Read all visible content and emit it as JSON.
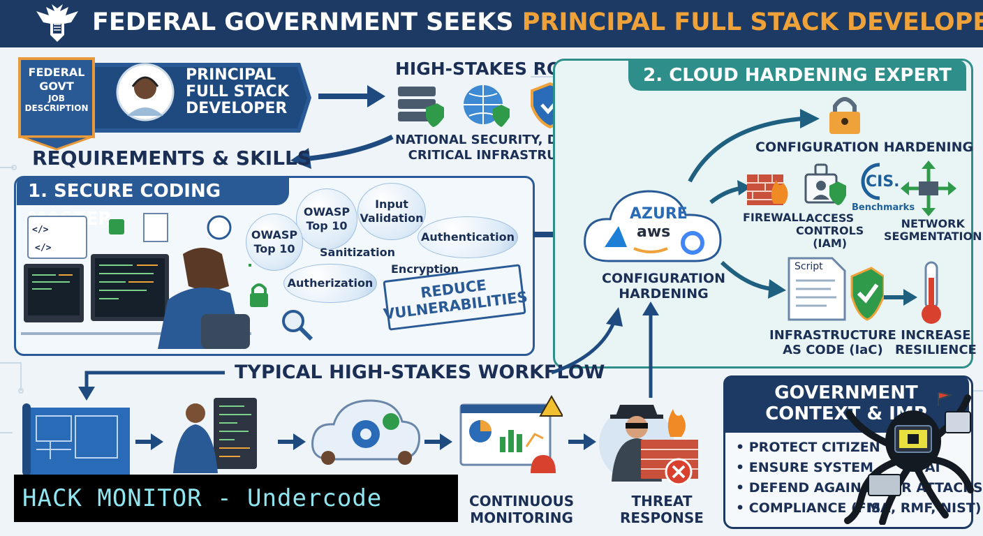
{
  "header": {
    "title_main": "FEDERAL GOVERNMENT SEEKS ",
    "title_accent": "PRINCIPAL FULL STACK DEVELOPER"
  },
  "badge": {
    "line1": "FEDERAL",
    "line2": "GOVT",
    "line3": "JOB",
    "line4": "DESCRIPTION"
  },
  "role": {
    "line1": "PRINCIPAL",
    "line2": "FULL STACK",
    "line3": "DEVELOPER"
  },
  "high_stakes": {
    "title": "HIGH-STAKES ROLES",
    "line1": "NATIONAL SECURITY, DEFENSE,",
    "line2": "CRITICAL INFRASTRUCTURE"
  },
  "requirements": {
    "title": "REQUIREMENTS & SKILLS"
  },
  "secure_coding": {
    "title": "1. SECURE CODING MASTER",
    "code_glyph": "</>",
    "code_glyph2": "</>",
    "bubbles": {
      "owasp_a": "OWASP Top 10",
      "owasp_b": "OWASP Top 10",
      "input_validation": "Input Validation",
      "authentication": "Authentication",
      "sanitization": "Sanitization",
      "encryption": "Encryption",
      "autherization": "Autherization"
    },
    "stamp": "REDUCE VULNERABILITIES"
  },
  "cloud": {
    "title": "2. CLOUD HARDENING EXPERT",
    "azure": "AZURE",
    "aws": "aws",
    "config_top": "CONFIGURATION HARDENING",
    "config_left_1": "CONFIGURATION",
    "config_left_2": "HARDENING",
    "firewall": "FIREWALL",
    "access_1": "ACCESS",
    "access_2": "CONTROLS",
    "access_3": "(IAM)",
    "cis": "CIS.",
    "benchmarks": "Benchmarks",
    "network_1": "NETWORK",
    "network_2": "SEGMENTATION",
    "script": "Script",
    "iac_1": "INFRASTRUCTURE",
    "iac_2": "AS CODE (IaC)",
    "resil_1": "INCREASE",
    "resil_2": "RESILIENCE"
  },
  "workflow": {
    "title": "TYPICAL HIGH-STAKES WORKFLOW",
    "monitor_1": "CONTINUOUS",
    "monitor_2": "MONITORING",
    "threat_1": "THREAT",
    "threat_2": "RESPONSE"
  },
  "government": {
    "title_1": "GOVERNMENT",
    "title_2": "CONTEXT & IMP",
    "items": [
      "• PROTECT CITIZEN",
      "• ENSURE SYSTEM",
      "• DEFEND AGAINST",
      "• COMPLIANCE (FIS"
    ],
    "item_tails": [
      "",
      "AVAI",
      "CYBER ATTACKS",
      "MA, RMF, NIST)"
    ]
  },
  "watermark": {
    "text": "HACK MONITOR - Undercode"
  },
  "colors": {
    "navy": "#1c3a63",
    "accent_orange": "#f0a23a",
    "blue_panel": "#2a5a96",
    "teal_panel": "#2e8f8a"
  }
}
